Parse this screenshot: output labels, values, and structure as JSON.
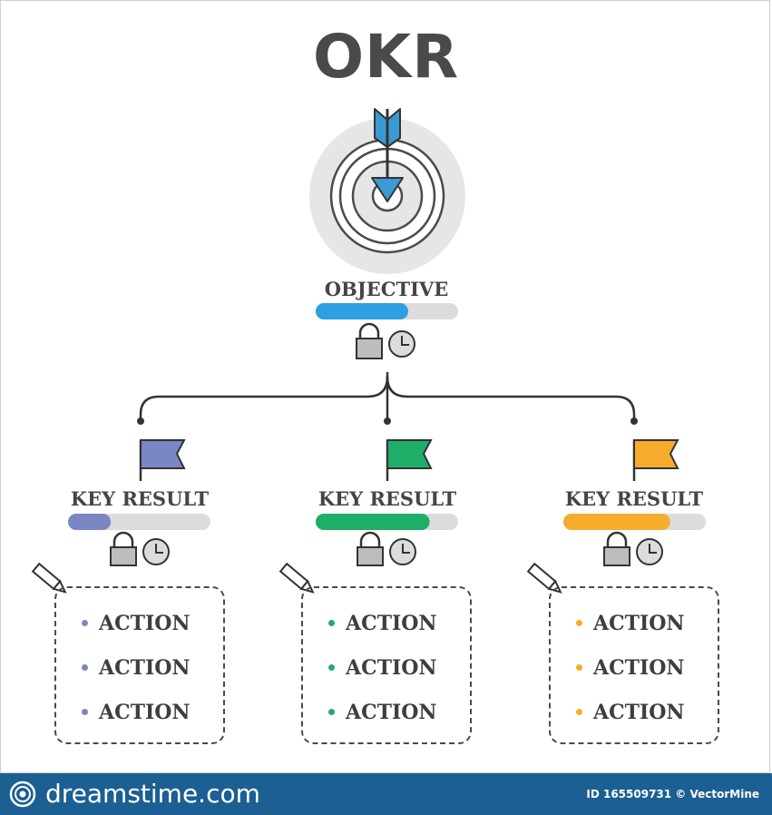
{
  "title": "OKR",
  "objective": {
    "label": "OBJECTIVE",
    "progress": 0.65,
    "progress_color": "#2e9fe0"
  },
  "key_results": [
    {
      "label": "KEY RESULT",
      "progress": 0.3,
      "color": "#7b86c4",
      "actions": [
        "ACTION",
        "ACTION",
        "ACTION"
      ]
    },
    {
      "label": "KEY RESULT",
      "progress": 0.8,
      "color": "#1fae68",
      "actions": [
        "ACTION",
        "ACTION",
        "ACTION"
      ]
    },
    {
      "label": "KEY RESULT",
      "progress": 0.75,
      "color": "#f6ac2d",
      "actions": [
        "ACTION",
        "ACTION",
        "ACTION"
      ]
    }
  ],
  "icons": [
    "target-icon",
    "arrow-icon",
    "lock-icon",
    "clock-icon",
    "flag-icon",
    "pencil-icon",
    "dreamstime-logo-icon"
  ],
  "footer": {
    "brand": "dreamstime.com",
    "credit": "ID 165509731 © VectorMine"
  }
}
